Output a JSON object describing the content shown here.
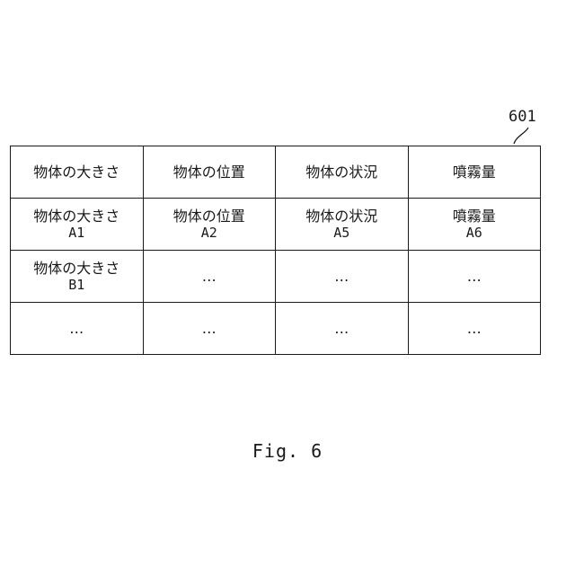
{
  "reference_number": "601",
  "table": {
    "rows": [
      [
        {
          "line1": "物体の大きさ",
          "line2": ""
        },
        {
          "line1": "物体の位置",
          "line2": ""
        },
        {
          "line1": "物体の状況",
          "line2": ""
        },
        {
          "line1": "噴霧量",
          "line2": ""
        }
      ],
      [
        {
          "line1": "物体の大きさ",
          "line2": "A1"
        },
        {
          "line1": "物体の位置",
          "line2": "A2"
        },
        {
          "line1": "物体の状況",
          "line2": "A5"
        },
        {
          "line1": "噴霧量",
          "line2": "A6"
        }
      ],
      [
        {
          "line1": "物体の大きさ",
          "line2": "B1"
        },
        {
          "line1": "…",
          "line2": ""
        },
        {
          "line1": "…",
          "line2": ""
        },
        {
          "line1": "…",
          "line2": ""
        }
      ],
      [
        {
          "line1": "…",
          "line2": ""
        },
        {
          "line1": "…",
          "line2": ""
        },
        {
          "line1": "…",
          "line2": ""
        },
        {
          "line1": "…",
          "line2": ""
        }
      ]
    ]
  },
  "caption": "Fig. 6"
}
